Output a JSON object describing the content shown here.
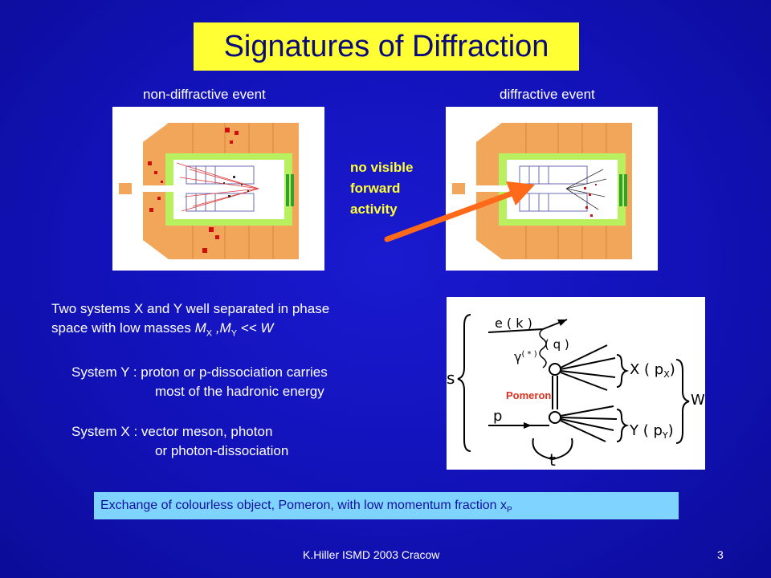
{
  "title": "Signatures of Diffraction",
  "labels": {
    "non_diffractive": "non-diffractive  event",
    "diffractive": "diffractive event"
  },
  "note": {
    "line1": "no visible",
    "line2": "forward",
    "line3": "activity"
  },
  "body": {
    "line1": "Two systems X and Y well separated in phase",
    "line2_prefix": "space  with  low masses ",
    "mx": "M",
    "mx_sub": "X",
    "sep": " ,M",
    "my_sub": "Y",
    "line2_suffix": "  <<   W",
    "sysy_line1": "System Y : proton or p-dissociation  carries",
    "sysy_line2": "most  of the hadronic  energy",
    "sysx_line1": "System X : vector meson, photon",
    "sysx_line2": "or photon-dissociation"
  },
  "diagram": {
    "s": "s",
    "ek": "e ( k )",
    "q": "( q )",
    "gamma": "γ",
    "gamma_sup": "( * )",
    "x": "X ( p",
    "x_sub": "X",
    "x_end": ")",
    "pomeron": "Pomeron",
    "p": "p",
    "y": "Y ( p",
    "y_sub": "Y",
    "y_end": ")",
    "w": "W",
    "t": "t"
  },
  "bottom": {
    "text": "Exchange of  colourless object, Pomeron,  with low momentum  fraction  x",
    "sub": "P"
  },
  "footer": {
    "left": "K.Hiller  ISMD 2003   Cracow",
    "page": "3"
  }
}
